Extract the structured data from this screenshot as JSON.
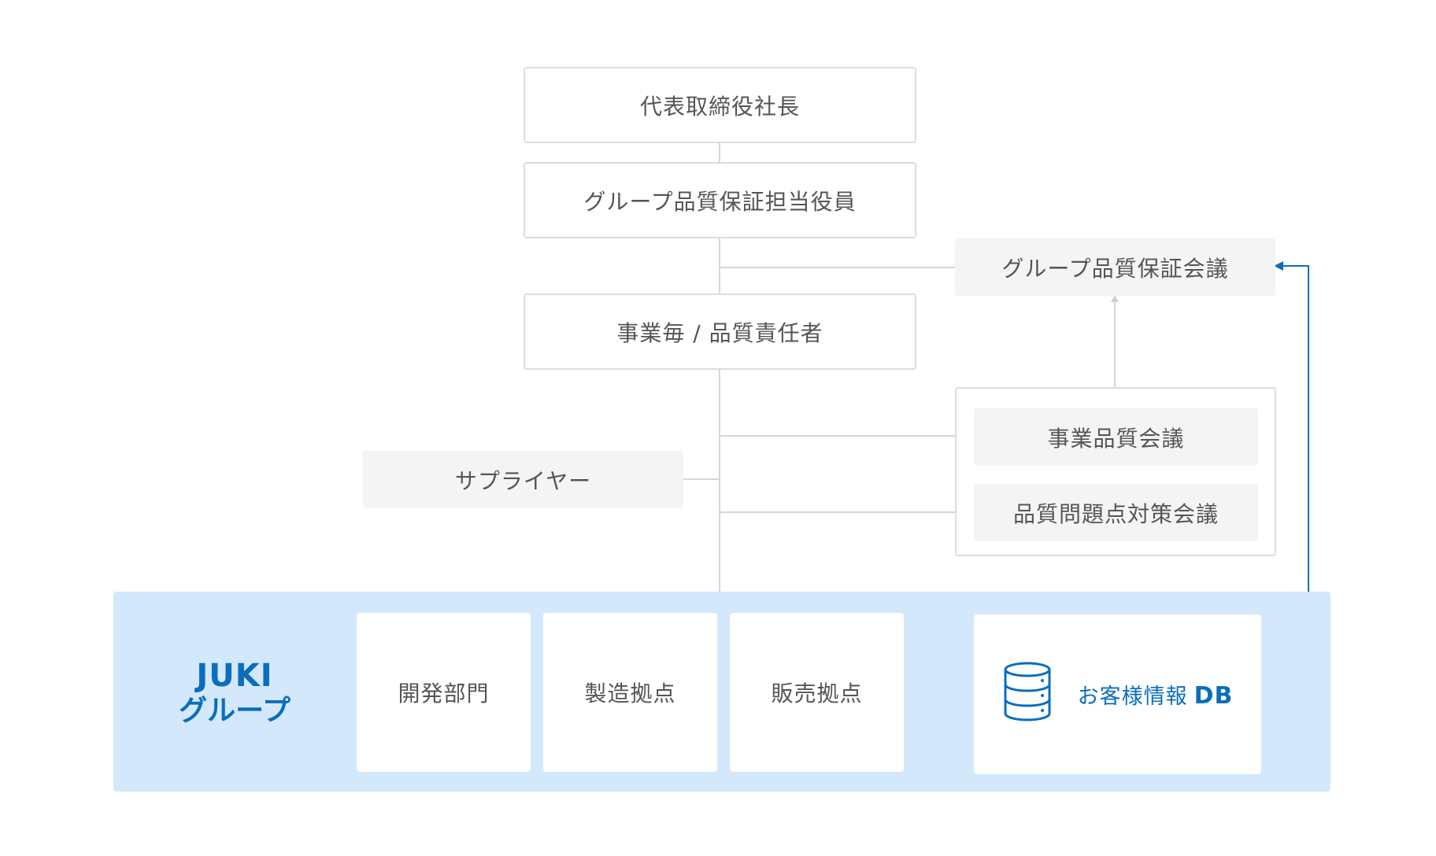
{
  "diagram": {
    "hierarchy": {
      "president": "代表取締役社長",
      "group_qa_officer": "グループ品質保証担当役員",
      "business_quality_manager": "事業毎 / 品質責任者"
    },
    "meetings": {
      "group_quality_meeting": "グループ品質保証会議",
      "business_quality_meeting": "事業品質会議",
      "quality_issue_meeting": "品質問題点対策会議"
    },
    "supplier": "サプライヤー",
    "juki_group": {
      "name_line1": "JUKI",
      "name_line2": "グループ",
      "units": [
        "開発部門",
        "製造拠点",
        "販売拠点"
      ],
      "database": {
        "label": "お客様情報",
        "suffix": "DB",
        "icon": "database-icon"
      }
    },
    "colors": {
      "accent_blue": "#0a6ebd",
      "band_blue": "#d3e8fb",
      "connector_gray": "#d6d6d6",
      "box_border": "#dddddd",
      "box_shaded": "#f4f4f4"
    }
  }
}
